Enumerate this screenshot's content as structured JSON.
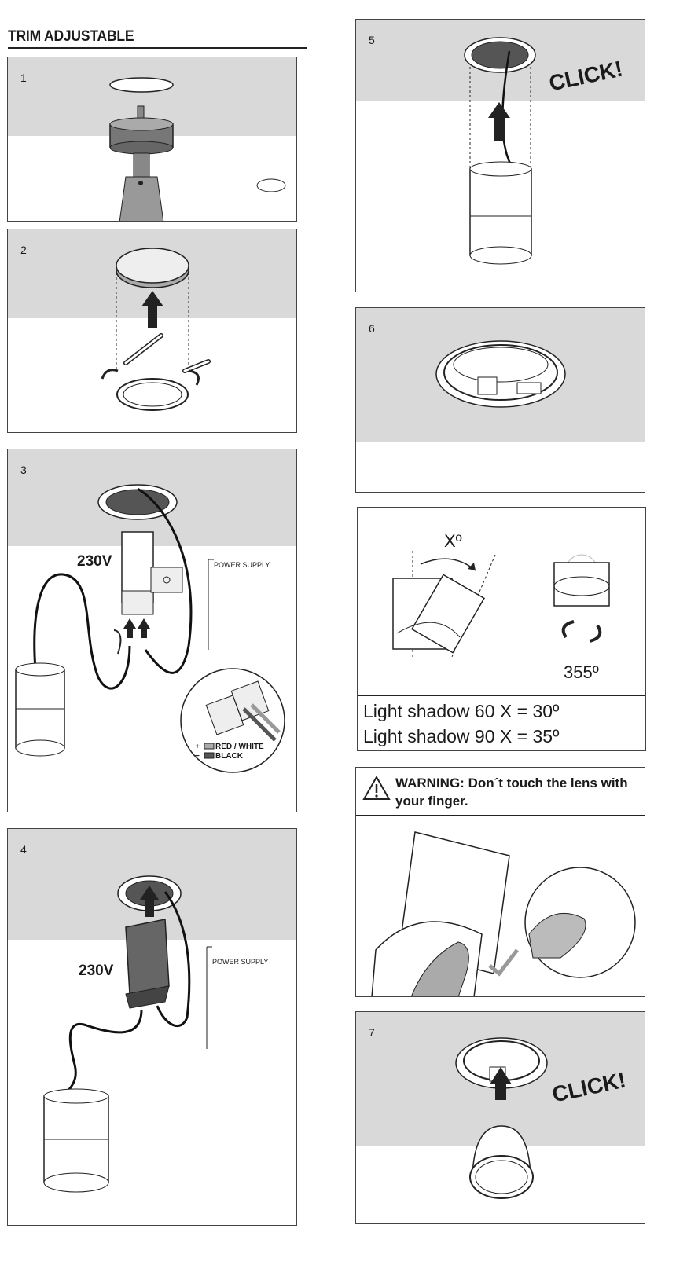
{
  "title": "TRIM ADJUSTABLE",
  "steps": {
    "s1": "1",
    "s2": "2",
    "s3": "3",
    "s4": "4",
    "s5": "5",
    "s6": "6",
    "s7": "7"
  },
  "step3": {
    "voltage": "230V",
    "power_supply": "POWER SUPPLY",
    "plus": "+",
    "minus": "−",
    "red_white": "RED / WHITE",
    "black": "BLACK"
  },
  "step4": {
    "voltage": "230V",
    "power_supply": "POWER SUPPLY"
  },
  "step5": {
    "click": "CLICK!"
  },
  "step7": {
    "click": "CLICK!"
  },
  "tilt": {
    "angle_label": "Xº",
    "rotation": "355º",
    "rows": [
      "Light shadow 60  X = 30º",
      "Light shadow 90  X = 35º"
    ]
  },
  "warning": {
    "label": "WARNING:",
    "text": "Don´t touch the lens with your finger."
  },
  "colors": {
    "ceiling": "#d9d9d9",
    "line": "#222222",
    "dark_fill": "#555555"
  }
}
